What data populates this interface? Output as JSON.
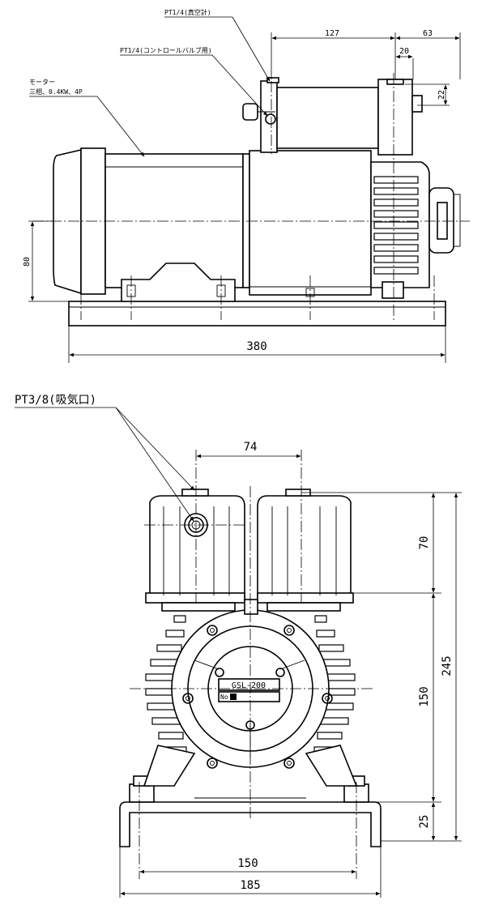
{
  "side_view": {
    "callouts": {
      "vacuum_port": "PT1/4(真空計)",
      "control_valve_port": "PT1/4(コントロールバルブ用)",
      "motor_title": "モーター",
      "motor_spec": "三相、0.4KW、4P"
    },
    "dimensions": {
      "overall_length": "380",
      "head_length": "127",
      "top_right": "63",
      "cap_width": "20",
      "cap_height": "22",
      "shaft_height": "80"
    }
  },
  "front_view": {
    "callouts": {
      "air_intake_port": "PT3/8(吸気口)"
    },
    "nameplate": {
      "model": "GSL-200",
      "number_prefix": "No"
    },
    "dimensions": {
      "cylinder_spacing": "74",
      "head_height": "70",
      "total_height": "245",
      "shaft_center_height": "150",
      "base_height": "25",
      "bolt_spacing": "150",
      "base_width": "185"
    }
  }
}
